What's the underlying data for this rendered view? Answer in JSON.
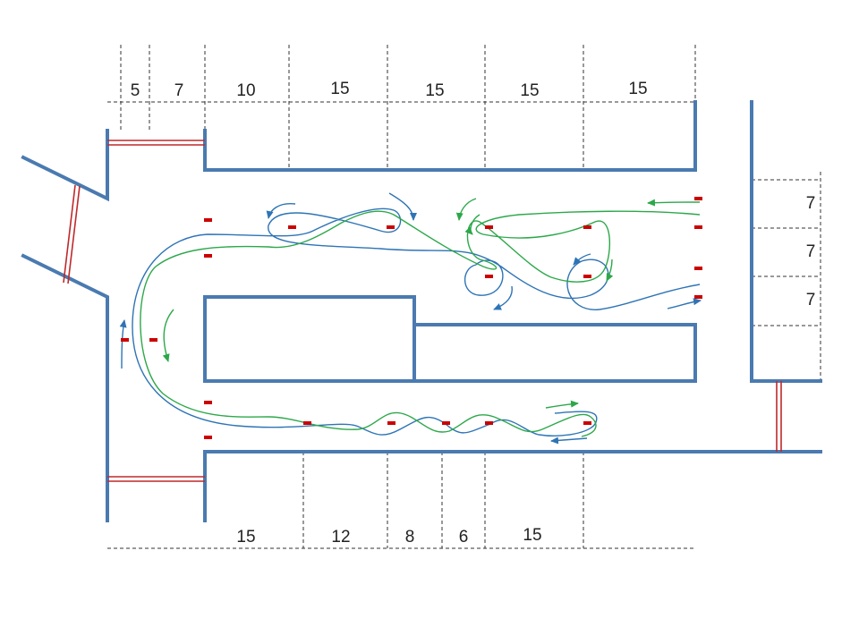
{
  "dimensions": {
    "top": [
      "5",
      "7",
      "10",
      "15",
      "15",
      "15",
      "15"
    ],
    "bottom": [
      "15",
      "12",
      "8",
      "6",
      "15"
    ],
    "right": [
      "7",
      "7",
      "7"
    ]
  },
  "colors": {
    "wall": "#4a7ab0",
    "door": "#c0282a",
    "cone": "#cc0000",
    "path_blue": "#2e74b5",
    "path_green": "#2ca84a",
    "guide": "#333333"
  }
}
